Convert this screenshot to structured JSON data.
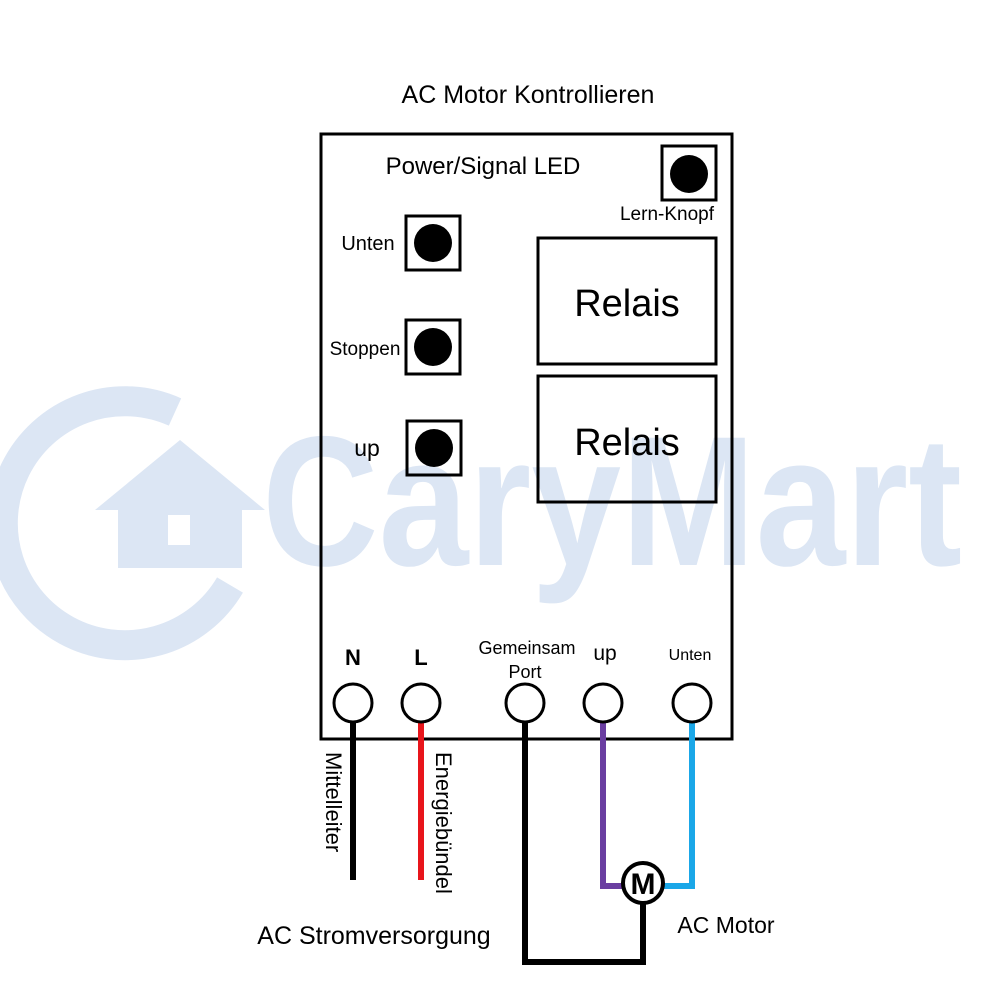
{
  "title": "AC Motor Kontrollieren",
  "watermark": {
    "text": "CaryMart",
    "color": "#dce6f4"
  },
  "board": {
    "led_label": "Power/Signal LED",
    "learn_button_label": "Lern-Knopf",
    "buttons": [
      {
        "label": "Unten"
      },
      {
        "label": "Stoppen"
      },
      {
        "label": "up"
      }
    ],
    "relays": [
      {
        "label": "Relais"
      },
      {
        "label": "Relais"
      }
    ]
  },
  "terminals": [
    {
      "label": "N"
    },
    {
      "label": "L"
    },
    {
      "label": "Gemeinsam",
      "label2": "Port"
    },
    {
      "label": "up"
    },
    {
      "label": "Unten"
    }
  ],
  "wires": {
    "neutral_label": "Mittelleiter",
    "live_label": "Energiebündel",
    "colors": {
      "neutral": "#000000",
      "live": "#e8151b",
      "up": "#6a3ea1",
      "down": "#1aa7e8",
      "common": "#000000"
    }
  },
  "motor": {
    "symbol": "M",
    "label": "AC Motor"
  },
  "supply_label": "AC Stromversorgung"
}
